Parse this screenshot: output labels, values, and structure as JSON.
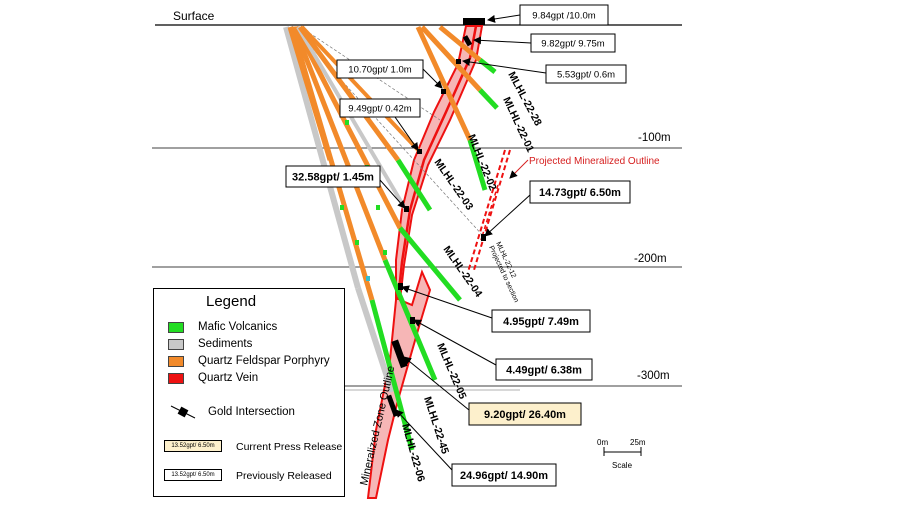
{
  "surface_label": "Surface",
  "depth_labels": [
    "-100m",
    "-200m",
    "-300m"
  ],
  "scale": {
    "zero": "0m",
    "end": "25m",
    "caption": "Scale"
  },
  "projected_outline_label": "Projected Mineralized Outline",
  "zone_outline_label": "Mineralized Zone Outline",
  "holes": [
    "MLHL-22-28",
    "MLHL-22-01",
    "MLHL-22-02",
    "MLHL-22-03",
    "MLHL-22-04",
    "MLHL-22-05",
    "MLHL-22-45",
    "MLHL-22-06"
  ],
  "projected_hole": {
    "name": "MLHL-22-12",
    "note": "Projected to section"
  },
  "intercepts": {
    "i1": "9.84gpt /10.0m",
    "i2": "9.82gpt/ 9.75m",
    "i3": "5.53gpt/ 0.6m",
    "i4": "10.70gpt/ 1.0m",
    "i5": "9.49gpt/ 0.42m",
    "i6": "32.58gpt/ 1.45m",
    "i7": "14.73gpt/ 6.50m",
    "i8": "4.95gpt/ 7.49m",
    "i9": "4.49gpt/ 6.38m",
    "i10": "9.20gpt/ 26.40m",
    "i11": "24.96gpt/ 14.90m"
  },
  "legend": {
    "title": "Legend",
    "items": [
      {
        "label": "Mafic Volcanics",
        "color": "#22dd22"
      },
      {
        "label": "Sediments",
        "color": "#c8c8c8"
      },
      {
        "label": "Quartz Feldspar Porphyry",
        "color": "#f28a2a"
      },
      {
        "label": "Quartz Vein",
        "color": "#ee1111"
      }
    ],
    "gold_label": "Gold Intersection",
    "current_sample": "13.52gpt/ 6.50m",
    "current_label": "Current Press Release",
    "previous_sample": "13.52gpt/ 6.50m",
    "previous_label": "Previously Released"
  },
  "colors": {
    "mafic": "#22dd22",
    "sediment": "#c8c8c8",
    "porphyry": "#f28a2a",
    "vein": "#ee1111",
    "vein_fill": "#f6b6b6",
    "current_release": "#fdf0cc"
  }
}
